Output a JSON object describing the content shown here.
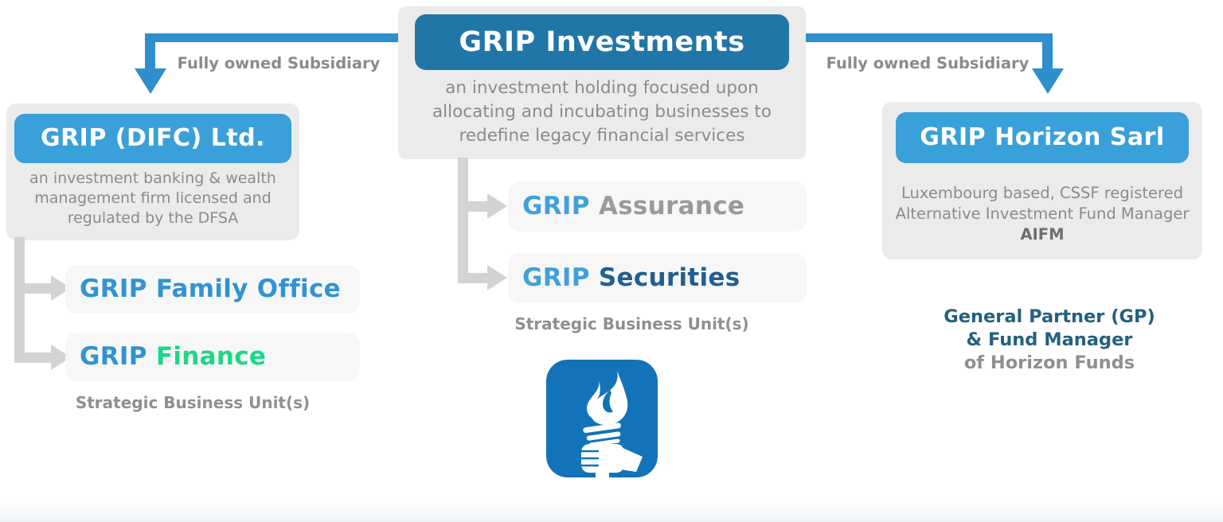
{
  "palette": {
    "root_header_blue": "#2176a8",
    "subsidiary_header_blue": "#3aa0d9",
    "arrow_blue": "#2e8fcc",
    "connector_gray": "#d3d3d3",
    "panel_gray": "#ebebeb",
    "pill_gray": "#f7f7f7",
    "description_gray": "#8b8b8b",
    "grip_blue": "#3193d3",
    "finance_green": "#1ed688",
    "securities_navy": "#1f5f92",
    "assurance_gray": "#9a9a9a",
    "role_navy": "#23607f",
    "logo_blue": "#1373b8"
  },
  "root": {
    "title": "GRIP Investments",
    "desc_lines": [
      "an investment holding focused upon",
      "allocating and incubating businesses to",
      "redefine legacy financial services"
    ]
  },
  "edges": {
    "left_label": "Fully owned Subsidiary",
    "right_label": "Fully owned Subsidiary"
  },
  "left_branch": {
    "title": "GRIP (DIFC) Ltd.",
    "desc_lines": [
      "an investment banking & wealth",
      "management firm licensed and",
      "regulated by the DFSA"
    ],
    "units": [
      {
        "prefix": "GRIP",
        "name": "Family Office"
      },
      {
        "prefix": "GRIP",
        "name": "Finance"
      }
    ],
    "caption": "Strategic Business Unit(s)"
  },
  "center_branch": {
    "units": [
      {
        "prefix": "GRIP",
        "name": "Assurance"
      },
      {
        "prefix": "GRIP",
        "name": "Securities"
      }
    ],
    "caption": "Strategic Business Unit(s)"
  },
  "right_branch": {
    "title": "GRIP Horizon Sarl",
    "desc_lines": [
      "Luxembourg based, CSSF registered",
      "Alternative Investment Fund Manager"
    ],
    "desc_bold": "AIFM",
    "role_lines": [
      "General Partner (GP)",
      "& Fund Manager",
      "of Horizon Funds"
    ]
  },
  "logo": {
    "icon": "grip-torch-logo"
  }
}
